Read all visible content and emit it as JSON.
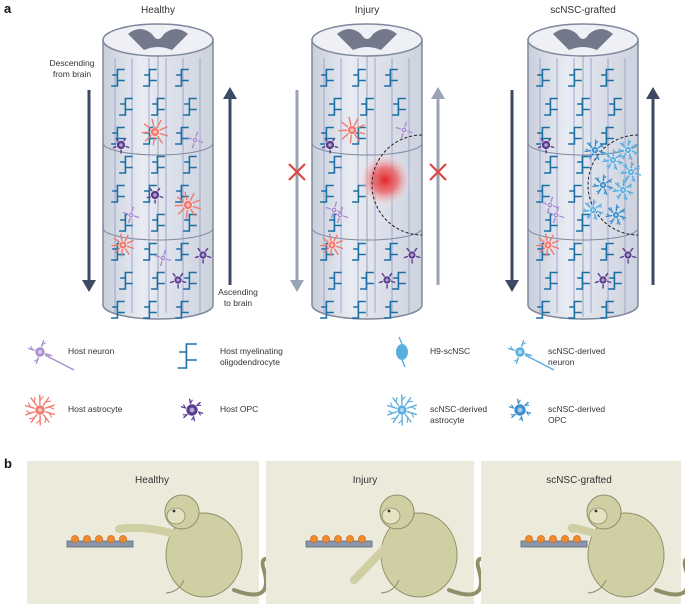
{
  "panel_a": {
    "letter": "a",
    "columns": [
      {
        "title": "Healthy"
      },
      {
        "title": "Injury"
      },
      {
        "title": "scNSC-grafted"
      }
    ],
    "descending_label": [
      "Descending",
      "from brain"
    ],
    "ascending_label": [
      "Ascending",
      "to brain"
    ],
    "legend": [
      {
        "icon": "host-neuron-icon",
        "lines": [
          "Host neuron"
        ],
        "color": "#a98fd0"
      },
      {
        "icon": "oligodendrocyte-icon",
        "lines": [
          "Host myelinating",
          "oligodendrocyte"
        ],
        "color": "#1a6fa3"
      },
      {
        "icon": "h9-scnsc-icon",
        "lines": [
          "H9-scNSC"
        ],
        "color": "#5aaee0"
      },
      {
        "icon": "scnsc-neuron-icon",
        "lines": [
          "scNSC-derived",
          "neuron"
        ],
        "color": "#5aaee0"
      },
      {
        "icon": "host-astrocyte-icon",
        "lines": [
          "Host astrocyte"
        ],
        "color": "#f07a70"
      },
      {
        "icon": "host-opc-icon",
        "lines": [
          "Host OPC"
        ],
        "color": "#5a3d8f"
      },
      {
        "icon": "scnsc-astrocyte-icon",
        "lines": [
          "scNSC-derived",
          "astrocyte"
        ],
        "color": "#5aaee0"
      },
      {
        "icon": "scnsc-opc-icon",
        "lines": [
          "scNSC-derived",
          "OPC"
        ],
        "color": "#3d8fcc"
      }
    ]
  },
  "panel_b": {
    "letter": "b",
    "columns": [
      {
        "title": "Healthy"
      },
      {
        "title": "Injury"
      },
      {
        "title": "scNSC-grafted"
      }
    ]
  },
  "colors": {
    "cord_fill": "#dfe3ec",
    "cord_stroke": "#7f889c",
    "grey_matter": "#5d6478",
    "axon_blue": "#1a6fa3",
    "arrow_dark": "#3d4a66",
    "arrow_light": "#9aa3b5",
    "cross_red": "#e04545",
    "injury_red": "#e0262a",
    "panel_b_bg": "#eceadb",
    "monkey": "#cfcfa3"
  }
}
